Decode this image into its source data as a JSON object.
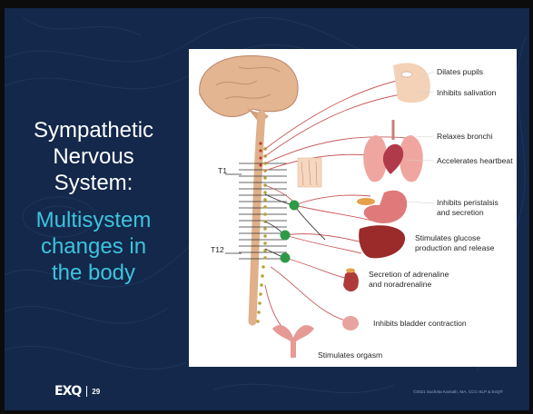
{
  "slide": {
    "title_lines": [
      "Sympathetic",
      "Nervous",
      "System:"
    ],
    "subtitle_lines": [
      "Multisystem",
      "changes in",
      "the body"
    ],
    "page_number": "29",
    "logo_text": "EXQ",
    "copyright": "©2021 Sucheta Kamath, MA, CCC-SLP & ExQ®"
  },
  "figure": {
    "spine_labels": [
      "T1",
      "T12"
    ],
    "effects": [
      "Dilates pupils",
      "Inhibits salivation",
      "Relaxes bronchi",
      "Accelerates heartbeat",
      "Inhibits peristalsis",
      "and secretion",
      "Stimulates glucose",
      "production and release",
      "Secretion of adrenaline",
      "and noradrenaline",
      "Inhibits bladder contraction",
      "Stimulates orgasm"
    ]
  },
  "colors": {
    "background": "#13284a",
    "title": "#ffffff",
    "subtitle": "#3ec3de",
    "nerve": "#c85a5a",
    "ganglion": "#2e9a48"
  }
}
